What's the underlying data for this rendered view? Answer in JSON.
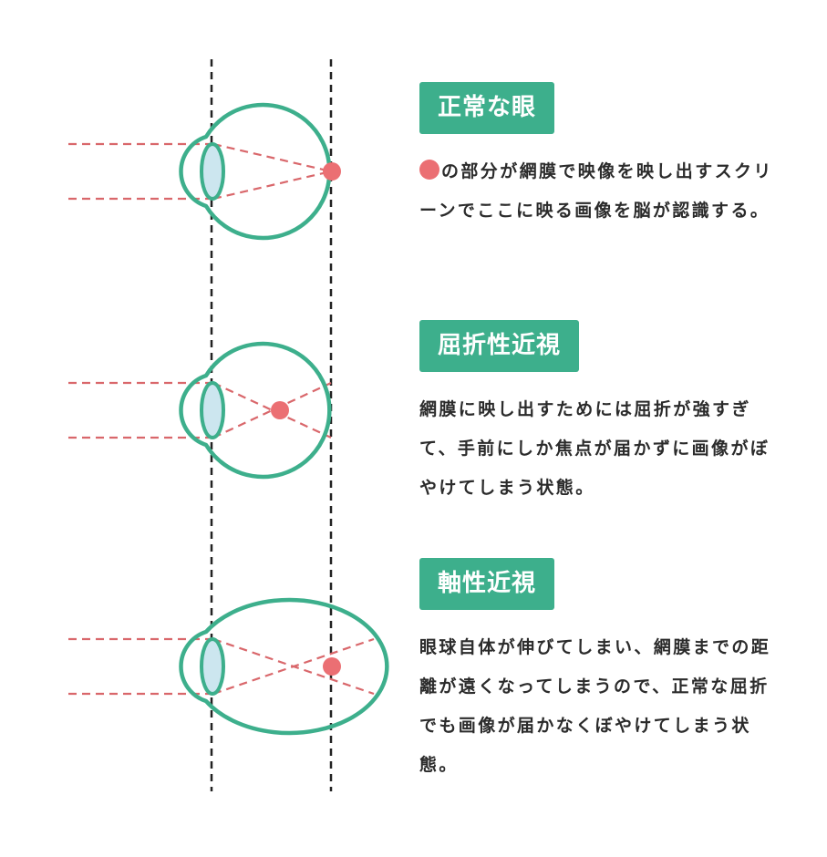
{
  "sections": [
    {
      "title": "正常な眼",
      "description": "の部分が網膜で映像を映し出すスクリーンでここに映る画像を脳が認識する。",
      "description_marker": "red-dot"
    },
    {
      "title": "屈折性近視",
      "description": "網膜に映し出すためには屈折が強すぎて、手前にしか焦点が届かずに画像がぼやけてしまう状態。"
    },
    {
      "title": "軸性近視",
      "description": "眼球自体が伸びてしまい、網膜までの距離が遠くなってしまうので、正常な屈折でも画像が届かなくぼやけてしまう状態。"
    }
  ],
  "colors": {
    "eye_outline": "#3daf8c",
    "lens_fill": "#cce6ef",
    "light_rays": "#d9676b",
    "focus_point": "#eb6f73",
    "guide_lines": "#222222",
    "badge_bg": "#3daf8c",
    "text": "#2b2b2b"
  }
}
